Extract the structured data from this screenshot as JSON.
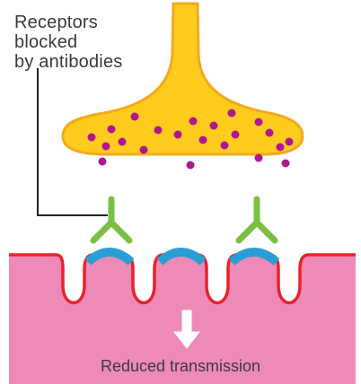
{
  "labels": {
    "callout_line1": "Receptors",
    "callout_line2": "blocked",
    "callout_line3": "by antibodies",
    "bottom": "Reduced transmission"
  },
  "colors": {
    "terminal_fill": "#FFCC1E",
    "terminal_stroke": "#F4A91C",
    "vesicle": "#B0178F",
    "antibody": "#7BC043",
    "receptor": "#2A9FD6",
    "membrane_line": "#E8232A",
    "muscle_fill": "#EE8AB8",
    "arrow": "#FFFFFF",
    "callout_line": "#222222"
  }
}
